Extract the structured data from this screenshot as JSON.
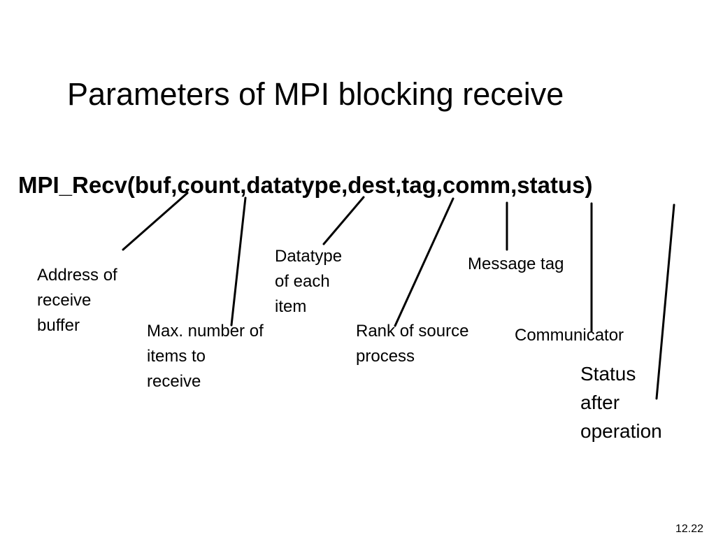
{
  "slide": {
    "title": "Parameters of MPI blocking receive",
    "signature": "MPI_Recv(buf,count,datatype,dest,tag,comm,status)",
    "page_number": "12.22"
  },
  "labels": {
    "buf": "Address of\nreceive\nbuffer",
    "count": "Max. number of\nitems to\nreceive",
    "datatype": "Datatype\nof each\nitem",
    "source": "Rank of source\nprocess",
    "tag": "Message tag",
    "comm": "Communicator",
    "status": "Status\nafter\noperation"
  }
}
